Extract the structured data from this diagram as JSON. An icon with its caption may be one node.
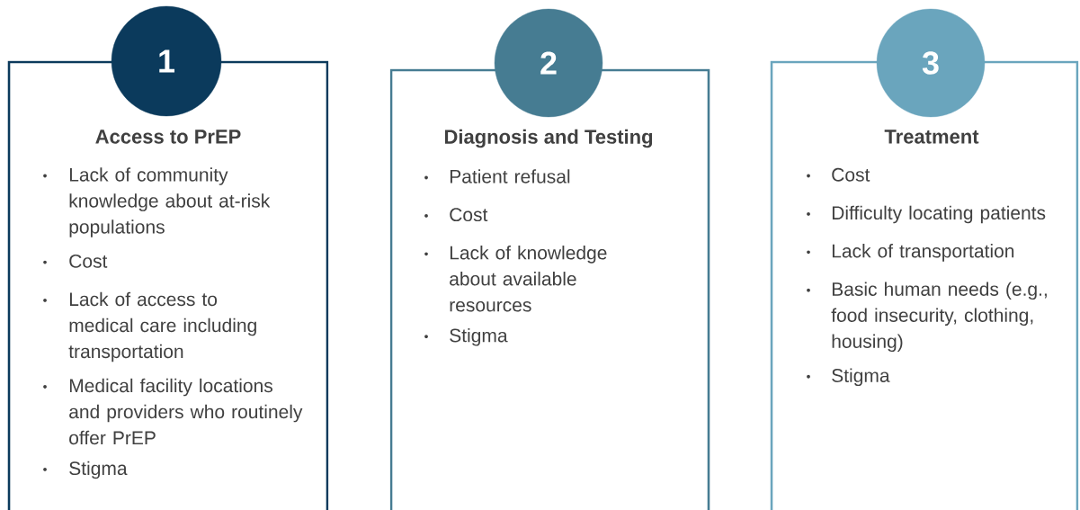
{
  "diagram": {
    "nodes": [
      {
        "text": [
          "1"
        ]
      },
      {
        "text": [
          "Access to PrEP",
          "Lack of community knowledge about at-risk populations",
          "Cost",
          "Lack of access to medical care including transportation",
          "Medical facility locations and providers who routinely offer PrEP",
          "Stigma"
        ]
      },
      {
        "text": [
          "2"
        ]
      },
      {
        "text": [
          "Diagnosis and Testing",
          "Patient refusal",
          "Cost",
          "Lack of knowledge about available resources",
          "Stigma"
        ]
      },
      {
        "text": [
          "3"
        ]
      },
      {
        "text": [
          "Treatment",
          "Cost",
          "Difficulty locating patients",
          "Lack of transportation",
          "Basic human needs (e.g., food insecurity, clothing, housing)",
          "Stigma"
        ]
      }
    ]
  }
}
